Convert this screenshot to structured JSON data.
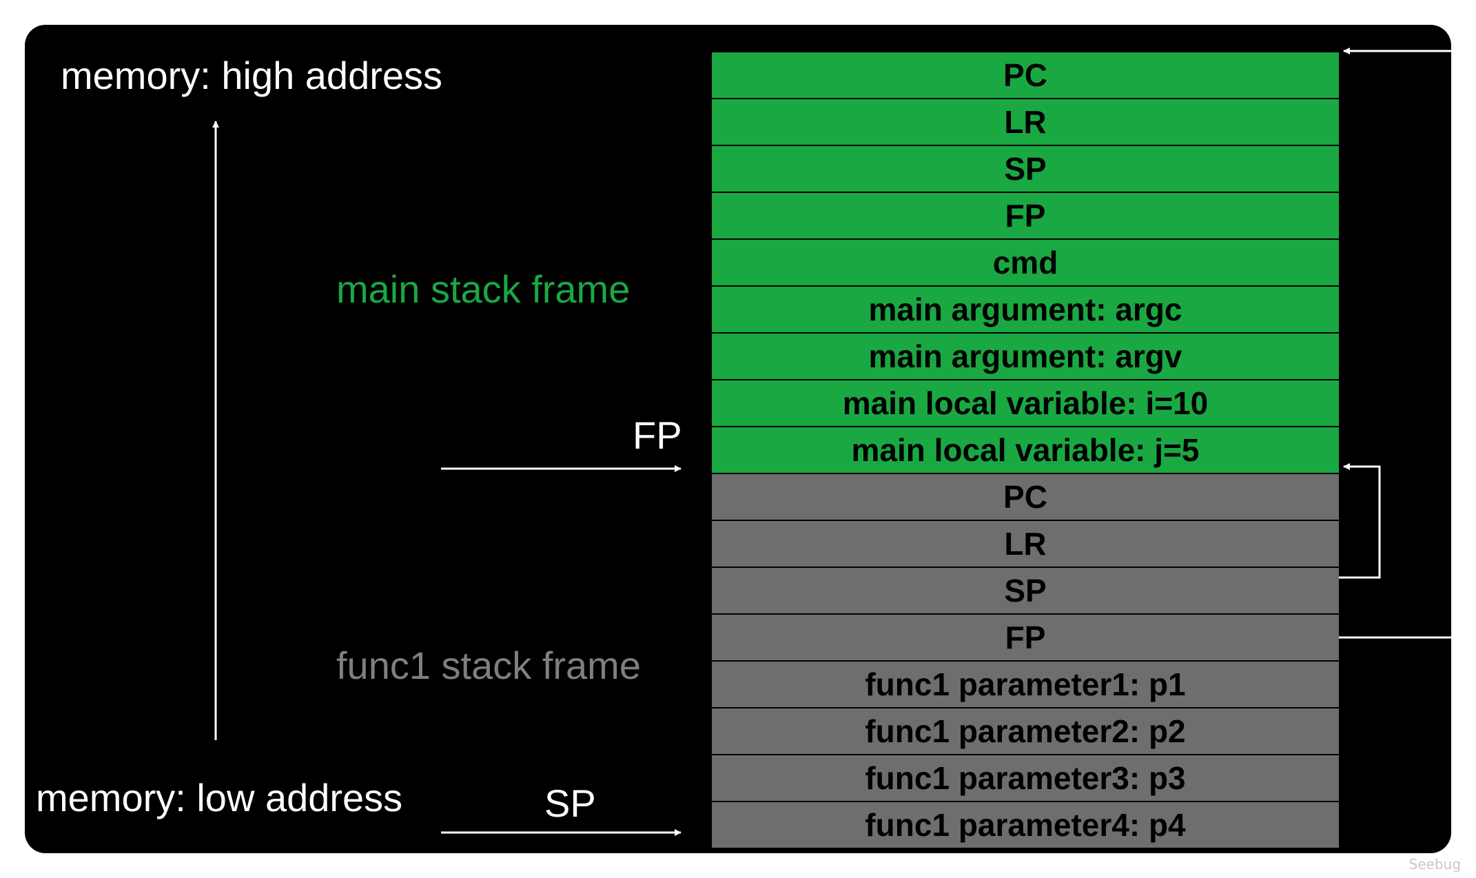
{
  "labels": {
    "high_address": "memory: high address",
    "low_address": "memory: low address",
    "main_frame": "main stack frame",
    "func1_frame": "func1 stack frame",
    "fp": "FP",
    "sp": "SP"
  },
  "stack": {
    "main": [
      "PC",
      "LR",
      "SP",
      "FP",
      "cmd",
      "main argument: argc",
      "main argument: argv",
      "main local variable: i=10",
      "main local variable: j=5"
    ],
    "func1": [
      "PC",
      "LR",
      "SP",
      "FP",
      "func1 parameter1: p1",
      "func1 parameter2: p2",
      "func1 parameter3: p3",
      "func1 parameter4: p4"
    ]
  },
  "colors": {
    "main": "#1aa843",
    "func1": "#6e6e6e",
    "background": "#000000",
    "text": "#ffffff"
  },
  "watermark": "Seebug"
}
